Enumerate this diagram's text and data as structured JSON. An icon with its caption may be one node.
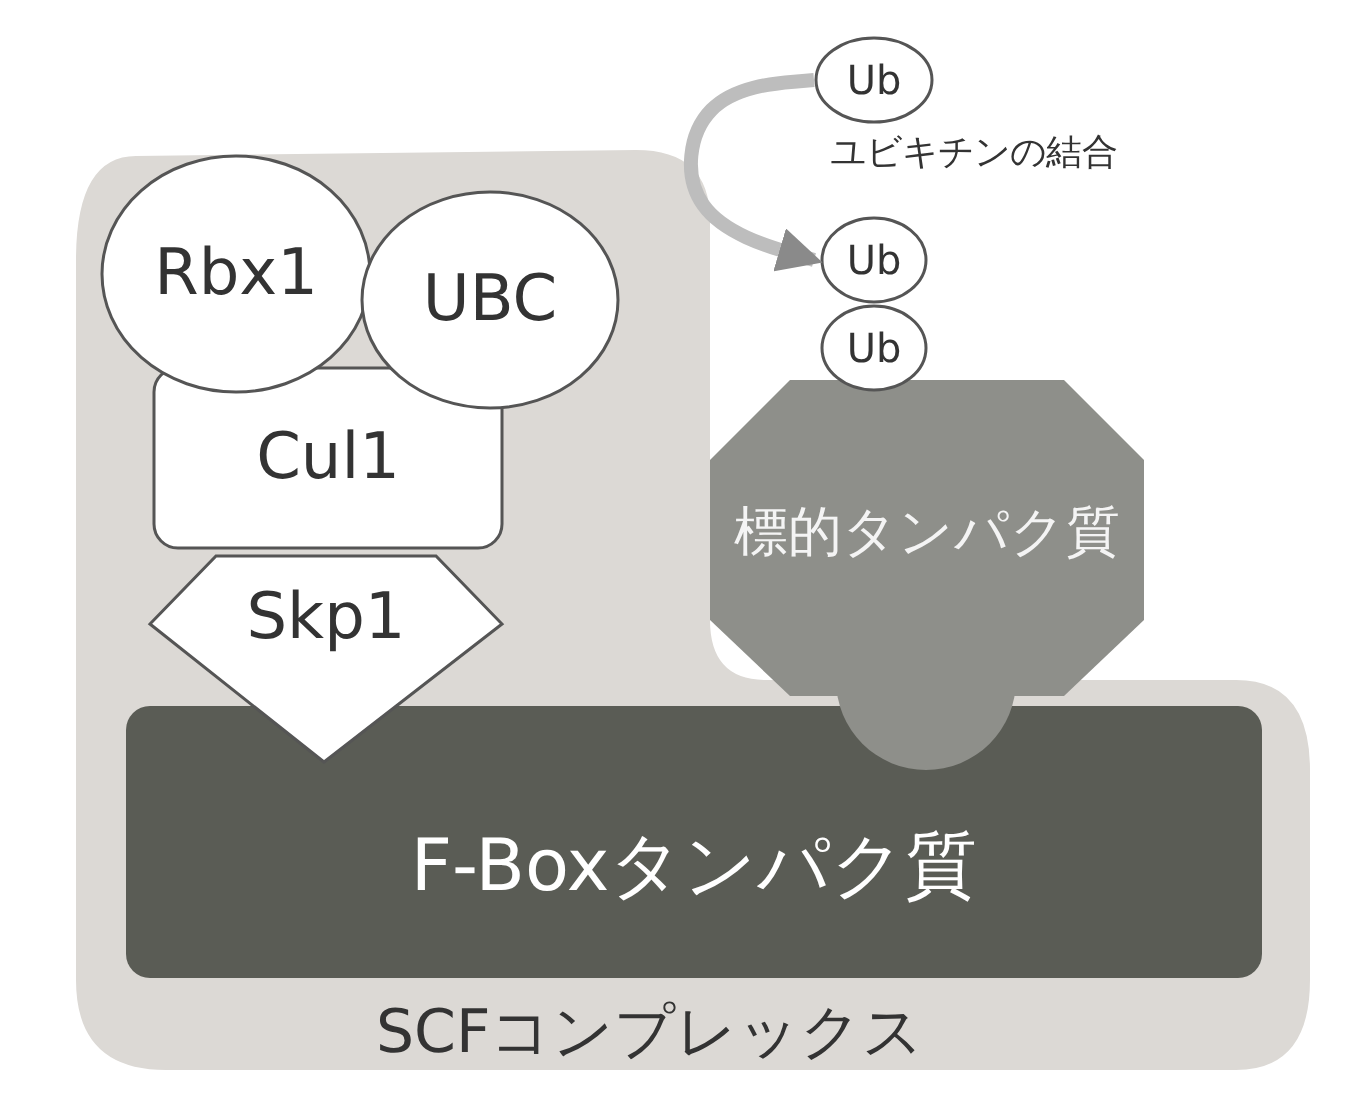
{
  "diagram": {
    "nodes": [
      {
        "text": [
          "SCFコンプレックス"
        ]
      },
      {
        "text": [
          "Rbx1"
        ],
        "in": 0
      },
      {
        "text": [
          "UBC"
        ],
        "in": 0
      },
      {
        "text": [
          "Cul1"
        ],
        "in": 0
      },
      {
        "text": [
          "Skp1"
        ],
        "in": 0
      },
      {
        "text": [
          "F-Boxタンパク質"
        ],
        "in": 0
      },
      {
        "text": [
          "標的タンパク質"
        ]
      },
      {
        "text": [
          "Ub"
        ]
      },
      {
        "text": [
          "Ub"
        ]
      },
      {
        "text": [
          "Ub"
        ]
      }
    ],
    "edges": [
      {
        "from": 7,
        "to": 8,
        "arrow": "to",
        "label": "ユビキチンの結合"
      }
    ]
  }
}
